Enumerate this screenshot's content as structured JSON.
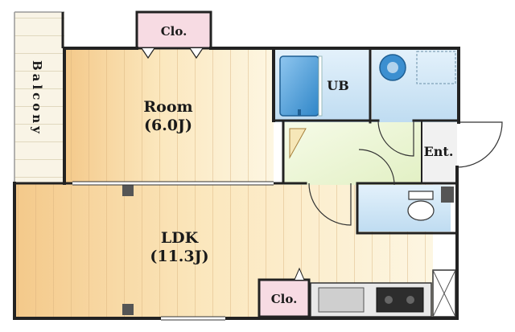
{
  "labels": {
    "closet_top": "Clo.",
    "closet_bottom": "Clo.",
    "room": "Room",
    "room_size": "(6.0J)",
    "ldk": "LDK",
    "ldk_size": "(11.3J)",
    "unit_bath": "UB",
    "entrance": "Ent.",
    "balcony": "Balcony"
  },
  "colors": {
    "wall": "#222222",
    "floor_light": "#fdf3d3",
    "floor_warm": "#f3c98a",
    "wet_area": "#cfe6f6",
    "hall": "#eef7d8",
    "closet": "#f7dbe3",
    "balcony": "#f9f4e6",
    "kitchen": "#e8e8e8"
  }
}
